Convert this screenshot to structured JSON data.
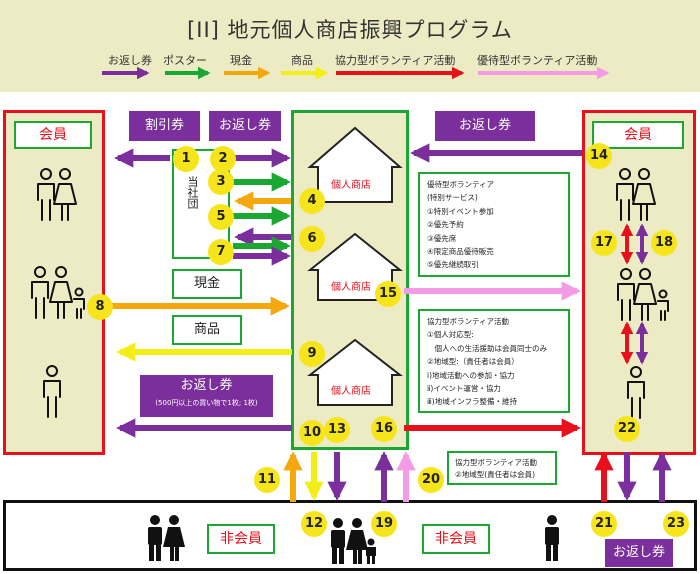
{
  "title": "[II] 地元個人商店振興プログラム",
  "legend": [
    {
      "label": "お返し券",
      "color": "#7a2f9c"
    },
    {
      "label": "ポスター",
      "color": "#1aa832"
    },
    {
      "label": "現金",
      "color": "#f5a80b"
    },
    {
      "label": "商品",
      "color": "#f3ef16"
    },
    {
      "label": "協力型ボランティア活動",
      "color": "#e8101a"
    },
    {
      "label": "優待型ボランティア活動",
      "color": "#f59be6"
    }
  ],
  "left_panel": {
    "label": "会員"
  },
  "right_panel": {
    "label": "会員"
  },
  "tags": {
    "discount": "割引券",
    "return_left": "お返し券",
    "return_right": "お返し券",
    "cash": "現金",
    "goods": "商品",
    "return_big": "お返し券",
    "return_big_note": "(500円以上の買い物で1枚; 1枚)",
    "return_bottom": "お返し券"
  },
  "company": "当社団",
  "shops": [
    "個人商店",
    "個人商店",
    "個人商店"
  ],
  "preferential_box": [
    "優待型ボランティア",
    "(特別サービス)",
    "①特別イベント参加",
    "②優先予約",
    "③優先席",
    "④限定商品優待販売",
    "⑤優先継続取引"
  ],
  "cooperative_box": [
    "協力型ボランティア活動",
    "①個人対応型:",
    "　個人への生活援助は会員同士のみ",
    "②地域型:（責任者は会員）",
    "ⅰ)地域活動への参加・協力",
    "ⅱ)イベント運営・協力",
    "ⅲ)地域インフラ整備・維持"
  ],
  "small_note": [
    "協力型ボランティア活動",
    "②地域型(責任者は会員)"
  ],
  "bottom": {
    "nonmember_left": "非会員",
    "nonmember_right": "非会員"
  },
  "numbers": [
    "1",
    "2",
    "3",
    "4",
    "5",
    "6",
    "7",
    "8",
    "9",
    "10",
    "11",
    "12",
    "13",
    "14",
    "15",
    "16",
    "17",
    "18",
    "19",
    "20",
    "21",
    "22",
    "23"
  ]
}
